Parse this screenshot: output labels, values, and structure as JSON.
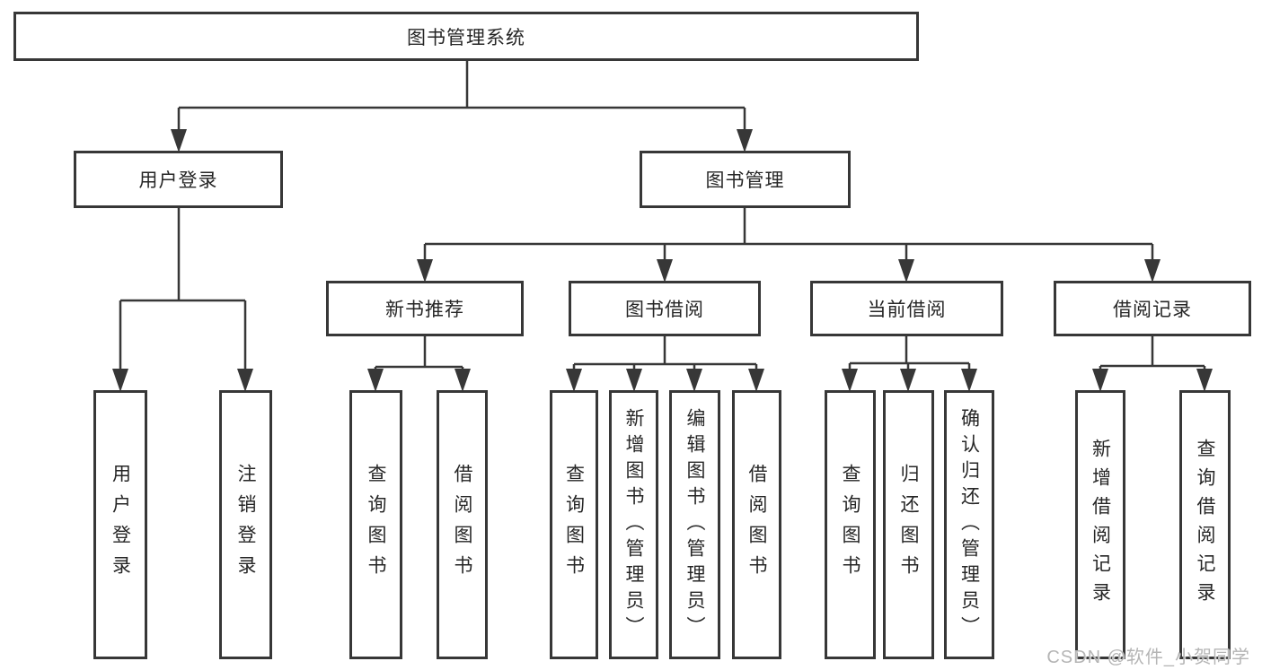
{
  "nodes": {
    "root": "图书管理系统",
    "user_login": "用户登录",
    "book_mgmt": "图书管理",
    "new_book_rec": "新书推荐",
    "book_borrow": "图书借阅",
    "current_borrow": "当前借阅",
    "borrow_record": "借阅记录",
    "leaf_user_login": "用户登录",
    "leaf_logout": "注销登录",
    "leaf_nbr_query": "查询图书",
    "leaf_nbr_borrow": "借阅图书",
    "leaf_bb_query": "查询图书",
    "leaf_bb_add": "新增图书（管理员）",
    "leaf_bb_edit": "编辑图书（管理员）",
    "leaf_bb_borrow": "借阅图书",
    "leaf_cb_query": "查询图书",
    "leaf_cb_return": "归还图书",
    "leaf_cb_confirm": "确认归还（管理员）",
    "leaf_br_add": "新增借阅记录",
    "leaf_br_query": "查询借阅记录"
  },
  "hierarchy": {
    "图书管理系统": {
      "用户登录": [
        "用户登录",
        "注销登录"
      ],
      "图书管理": {
        "新书推荐": [
          "查询图书",
          "借阅图书"
        ],
        "图书借阅": [
          "查询图书",
          "新增图书（管理员）",
          "编辑图书（管理员）",
          "借阅图书"
        ],
        "当前借阅": [
          "查询图书",
          "归还图书",
          "确认归还（管理员）"
        ],
        "借阅记录": [
          "新增借阅记录",
          "查询借阅记录"
        ]
      }
    }
  },
  "watermark": {
    "text": "CSDN @软件_小贺同学"
  },
  "colors": {
    "line": "#373737",
    "box_border": "#373737",
    "text": "#262626",
    "watermark": "#b5b5b5",
    "background": "#ffffff"
  }
}
